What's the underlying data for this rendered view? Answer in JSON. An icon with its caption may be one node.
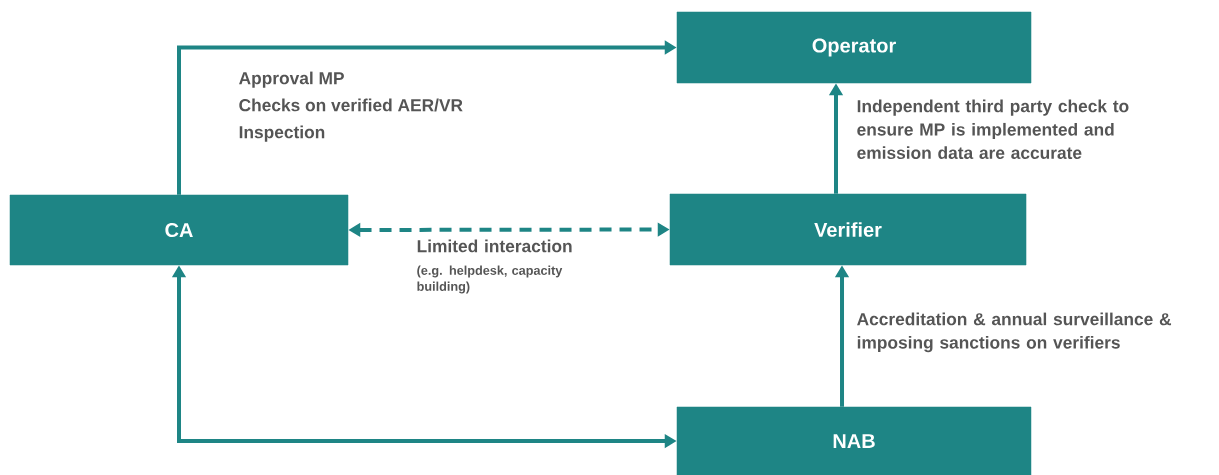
{
  "diagram": {
    "nodes": [
      {
        "text": [
          "Operator"
        ]
      },
      {
        "text": [
          "CA"
        ]
      },
      {
        "text": [
          "Verifier"
        ]
      },
      {
        "text": [
          "NAB"
        ]
      }
    ],
    "edges": [
      {
        "from": 1,
        "to": 0,
        "arrow": "to"
      },
      {
        "from": 1,
        "to": 2,
        "arrow": "both",
        "style": "dashed",
        "label": "Limited interaction"
      },
      {
        "from": 2,
        "to": 0,
        "arrow": "to",
        "label": "Independent third party check to ensure MP is implemented and emission data are accurate"
      },
      {
        "from": 3,
        "to": 2,
        "arrow": "to",
        "label": "Accreditation & annual surveillance & imposing sanctions on verifiers"
      },
      {
        "from": 1,
        "to": 3,
        "arrow": "both"
      }
    ],
    "labels": [
      "Approval MP",
      "Checks on verified AER/VR",
      "Inspection",
      "(e.g. helpdesk, capacity building)"
    ]
  }
}
